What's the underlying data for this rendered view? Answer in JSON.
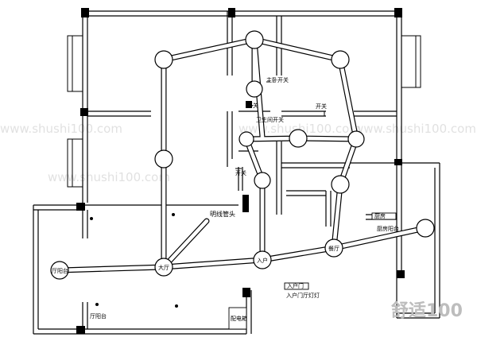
{
  "labels": {
    "junction": "明线管头",
    "living_room": "大厅",
    "entrance": "入户",
    "dining": "餐厅",
    "balcony": "厅阳台",
    "master_switch": "主卧开关",
    "switch_a": "开关",
    "switch_b": "开关",
    "switch_c": "开关",
    "bath_switch": "卫生间开关",
    "kitchen_balcony": "厨房阳台",
    "kitchen_box": "厨房",
    "entrance_box": "入户门",
    "entrance_light": "入户门厅灯灯",
    "meter_box": "配电箱",
    "hall_balcony_vert": "厅阳台"
  },
  "watermarks": [
    "www.shushi100.com",
    "www.shushi100.com",
    "www.shushi100.com",
    "www.shushi100.com"
  ],
  "logo": "舒适100"
}
